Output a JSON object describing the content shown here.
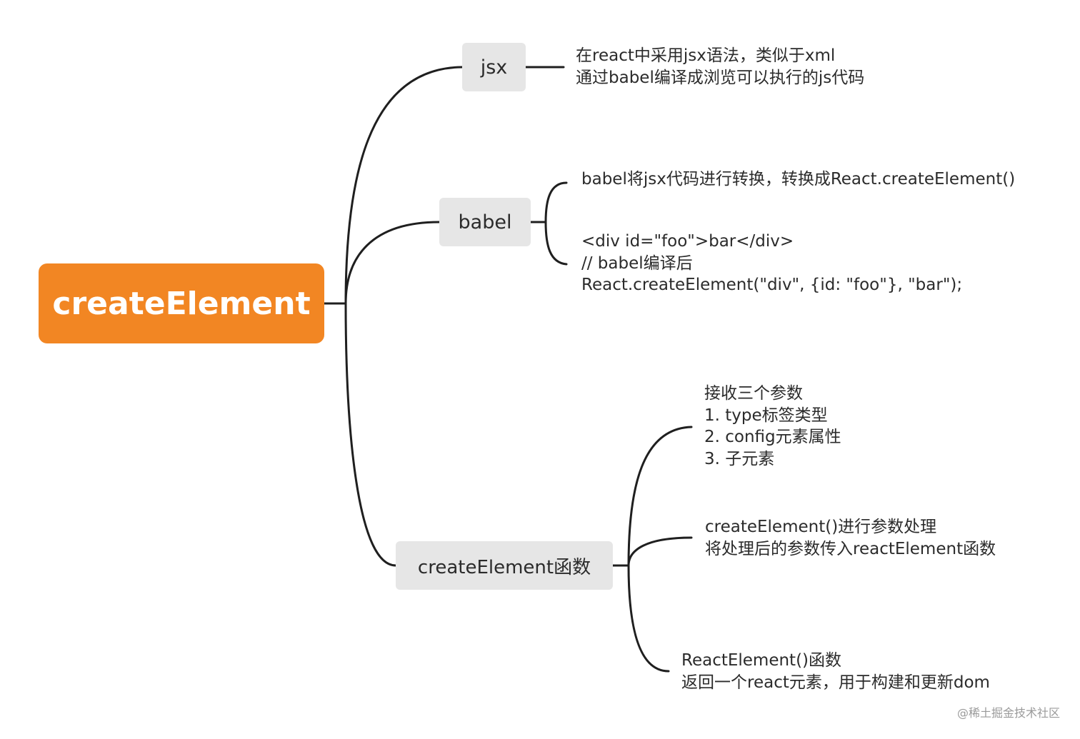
{
  "root": {
    "label": "createElement"
  },
  "branches": {
    "jsx": {
      "label": "jsx",
      "notes": [
        "在react中采用jsx语法，类似于xml",
        "通过babel编译成浏览可以执行的js代码"
      ]
    },
    "babel": {
      "label": "babel",
      "note1": [
        "babel将jsx代码进行转换，转换成React.createElement()"
      ],
      "note2": [
        "<div id=\"foo\">bar</div>",
        "// babel编译后",
        "React.createElement(\"div\", {id: \"foo\"}, \"bar\");"
      ]
    },
    "func": {
      "label": "createElement函数",
      "note1": [
        "接收三个参数",
        "1. type标签类型",
        "2. config元素属性",
        "3. 子元素"
      ],
      "note2": [
        "createElement()进行参数处理",
        "将处理后的参数传入reactElement函数"
      ],
      "note3": [
        "ReactElement()函数",
        "返回一个react元素，用于构建和更新dom"
      ]
    }
  },
  "watermark": "@稀土掘金技术社区",
  "colors": {
    "root": "#f28623",
    "branch": "#e6e6e6",
    "line": "#1f1f1f"
  }
}
